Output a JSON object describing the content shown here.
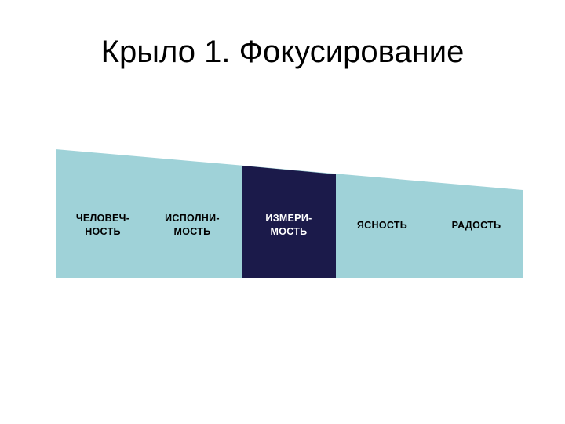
{
  "title": "Крыло 1. Фокусирование",
  "colors": {
    "light_block": "#9fd2d8",
    "dark_block": "#1b1a4a",
    "background": "#ffffff"
  },
  "segments": [
    {
      "label": "ЧЕЛОВЕЧ-\nНОСТЬ",
      "highlighted": false
    },
    {
      "label": "ИСПОЛНИ-\nМОСТЬ",
      "highlighted": false
    },
    {
      "label": "ИЗМЕРИ-\nМОСТЬ",
      "highlighted": true
    },
    {
      "label": "ЯСНОСТЬ",
      "highlighted": false
    },
    {
      "label": "РАДОСТЬ",
      "highlighted": false
    }
  ]
}
